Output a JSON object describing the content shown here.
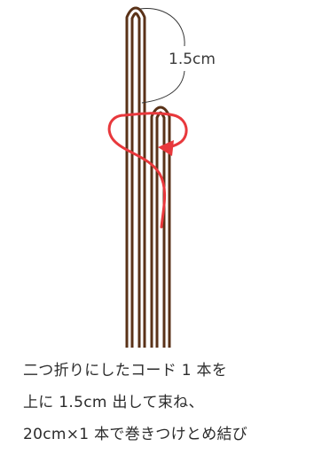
{
  "diagram": {
    "measure_label": "1.5cm",
    "colors": {
      "cord": "#5a3218",
      "cord_gap": "#ffffff",
      "wrap": "#e8383c",
      "guide": "#333333"
    }
  },
  "caption": {
    "lines": [
      "二つ折りにしたコード 1 本を",
      "上に 1.5cm 出して束ね、",
      "20cm×1 本で巻きつけとめ結び"
    ]
  }
}
